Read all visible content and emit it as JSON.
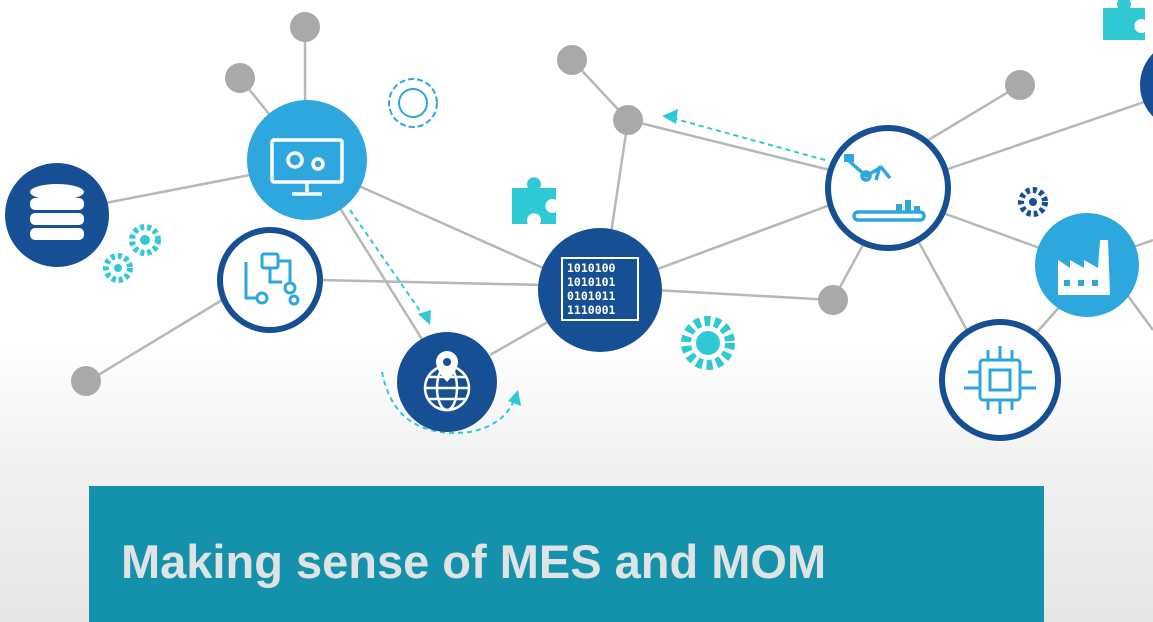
{
  "title": "Making sense of MES and MOM",
  "binary_lines": [
    "1010100",
    "1010101",
    "0101011",
    "1110001"
  ],
  "colors": {
    "navy": "#164f93",
    "light_blue": "#2ea7de",
    "teal": "#2fc9d4",
    "gray_node": "#a9a9a9",
    "edge": "#b7b7b7",
    "banner": "#1592ab",
    "title_text": "#dfe3e4"
  },
  "icons": [
    "database-icon",
    "monitor-gears-icon",
    "workflow-icon",
    "globe-location-icon",
    "binary-data-icon",
    "robotic-arm-icon",
    "factory-icon",
    "microchip-icon",
    "gear-icon",
    "puzzle-piece-icon",
    "dashed-arrow-icon"
  ]
}
